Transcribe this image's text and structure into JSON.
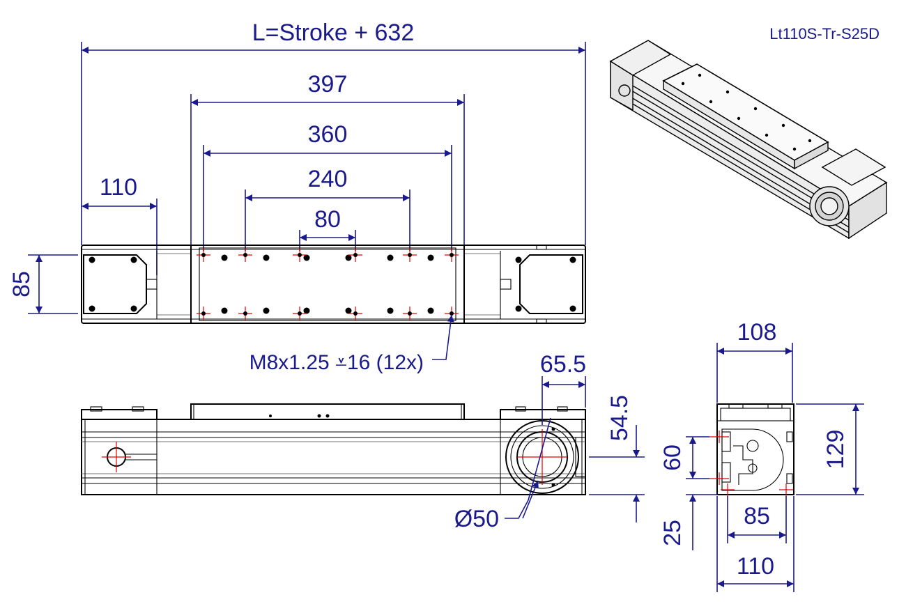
{
  "model_code": "Lt110S-Tr-S25D",
  "colors": {
    "dimension": "#1a1a8c",
    "centerline": "#e00000",
    "outline": "#000000"
  },
  "dimensions": {
    "overall_length": "L=Stroke + 632",
    "carriage_length": "397",
    "hole_span_outer": "360",
    "hole_span_mid": "240",
    "hole_span_inner": "80",
    "end_block_length": "110",
    "hole_row_spacing": "85",
    "thread_callout": "M8x1.25 ⩡16 (12x)",
    "shaft_offset": "65.5",
    "shaft_height": "54.5",
    "shaft_diameter": "Ø50",
    "profile_width_top": "108",
    "profile_height": "129",
    "slot_spacing_vertical": "60",
    "mount_height": "25",
    "slot_spacing_horizontal": "85",
    "profile_width_bottom": "110"
  }
}
